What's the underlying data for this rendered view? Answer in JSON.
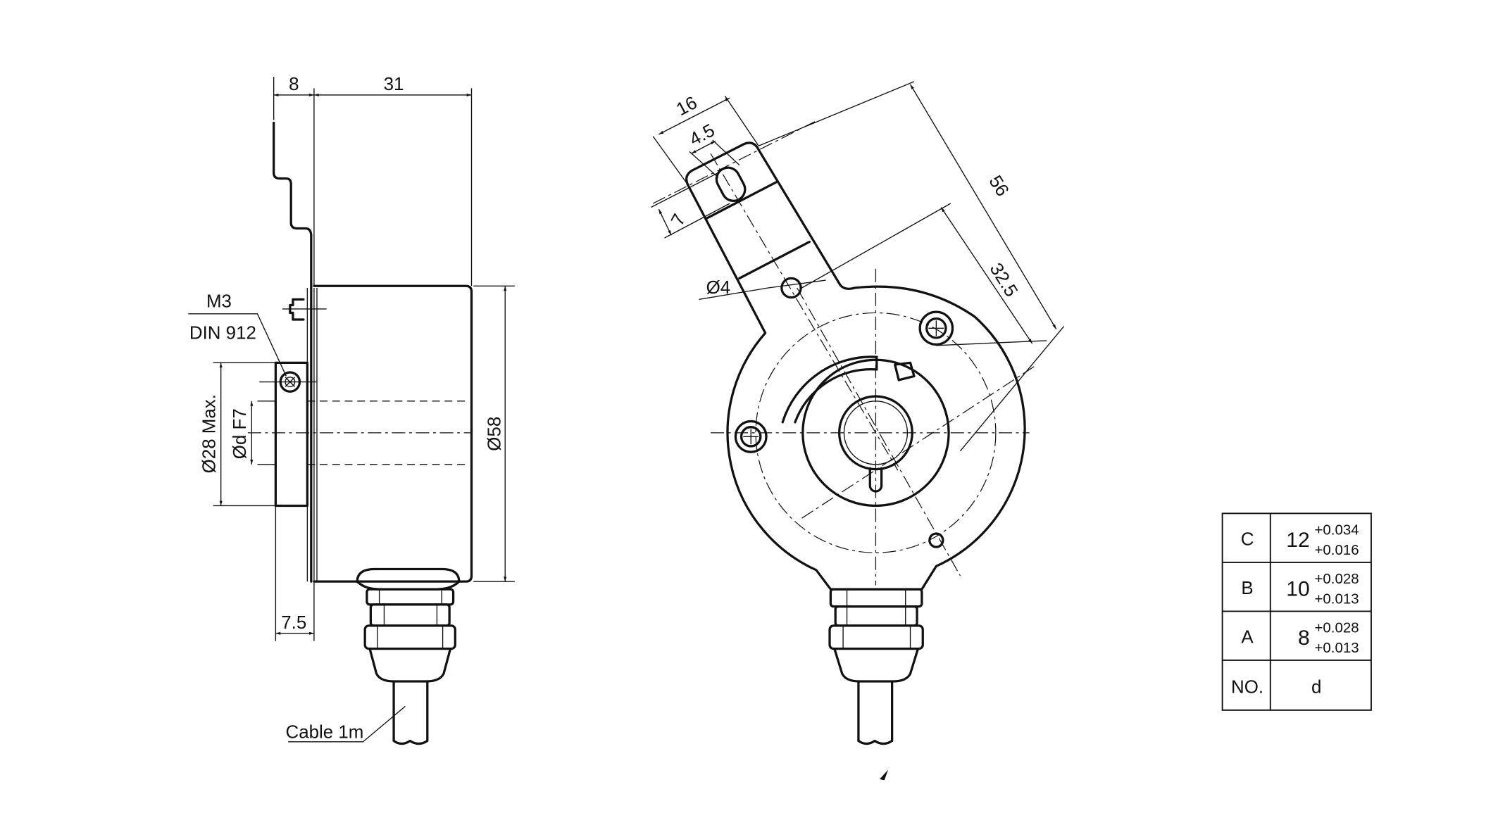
{
  "side_view": {
    "dim_bracket_offset": "8",
    "dim_body_length": "31",
    "screw_label_1": "M3",
    "screw_label_2": "DIN 912",
    "dim_collar_dia": "Ø28 Max.",
    "dim_bore": "Ød F7",
    "dim_body_dia": "Ø58",
    "dim_collar_length": "7.5",
    "cable_label": "Cable 1m"
  },
  "front_view": {
    "dim_arm_width": "16",
    "dim_slot_width": "4.5",
    "dim_slot_length": "7",
    "dim_hole": "Ø4",
    "dim_arm_length": "56",
    "dim_hole_distance": "32.5"
  },
  "bore_table": {
    "header": {
      "no": "NO.",
      "d": "d"
    },
    "rows": [
      {
        "no": "C",
        "nominal": "12",
        "upper": "+0.034",
        "lower": "+0.016"
      },
      {
        "no": "B",
        "nominal": "10",
        "upper": "+0.028",
        "lower": "+0.013"
      },
      {
        "no": "A",
        "nominal": "8",
        "upper": "+0.028",
        "lower": "+0.013"
      }
    ]
  }
}
